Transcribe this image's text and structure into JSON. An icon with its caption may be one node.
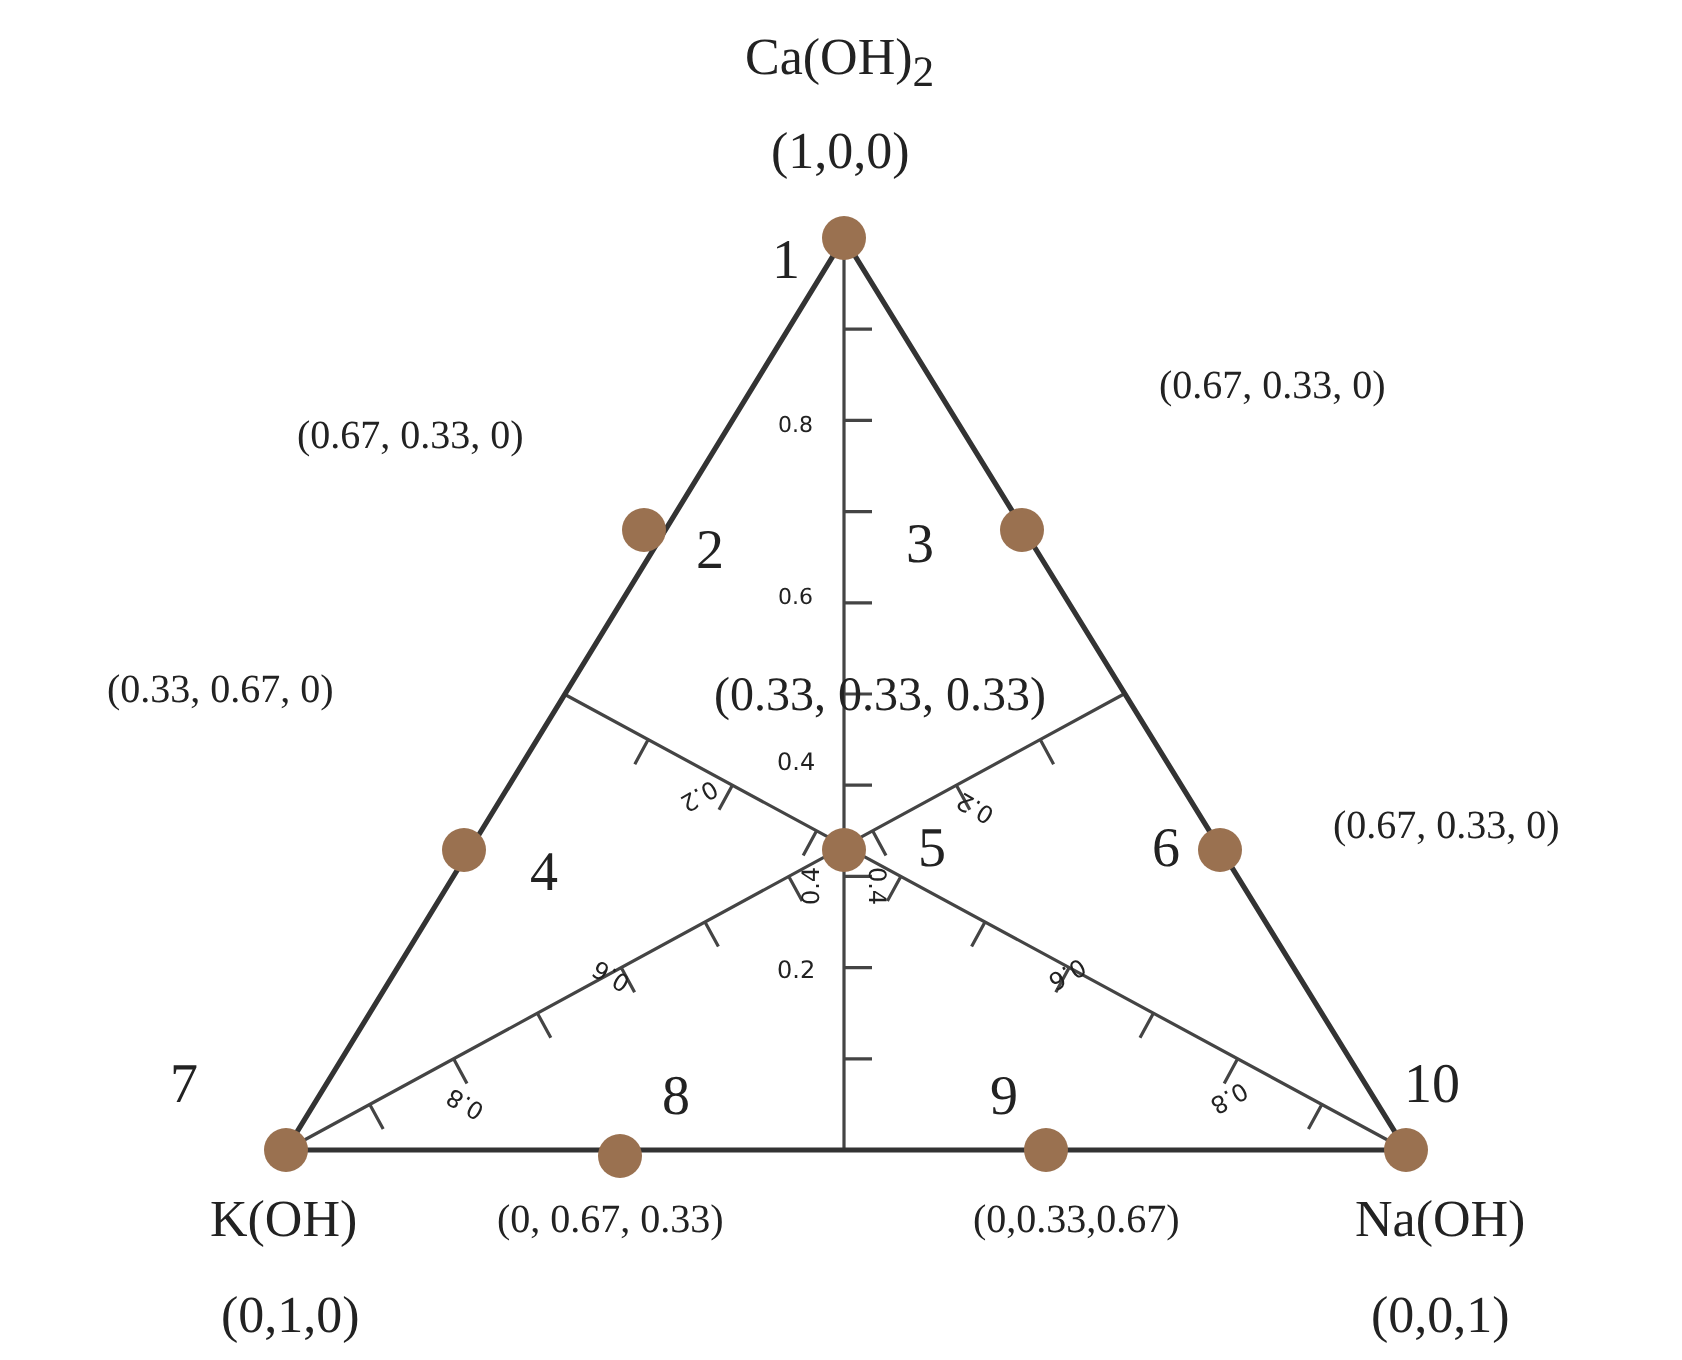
{
  "diagram": {
    "labels": [
      "Ca(OH)$_{2}$",
      "(1,0,0)",
      "1",
      "(0.67, 0.33, 0)",
      "0.8",
      "(0.67, 0.33, 0)",
      "2",
      "3",
      "0.6",
      "(0.33, 0.67, 0)",
      "(0.33, 0.33, 0.33)",
      "0.2",
      "0.4",
      "0.2",
      "4",
      "5",
      "6",
      "(0.67, 0.33, 0)",
      "0.4",
      "0.4",
      "0.2",
      "0.6",
      "0.6",
      "7",
      "0.8",
      "8",
      "9",
      "0.8",
      "10",
      "K(OH)",
      "(0, 0.67, 0.33)",
      "(0,0.33,0.67)",
      "Na(OH)",
      "(0,1,0)",
      "(0,0,1)"
    ]
  }
}
